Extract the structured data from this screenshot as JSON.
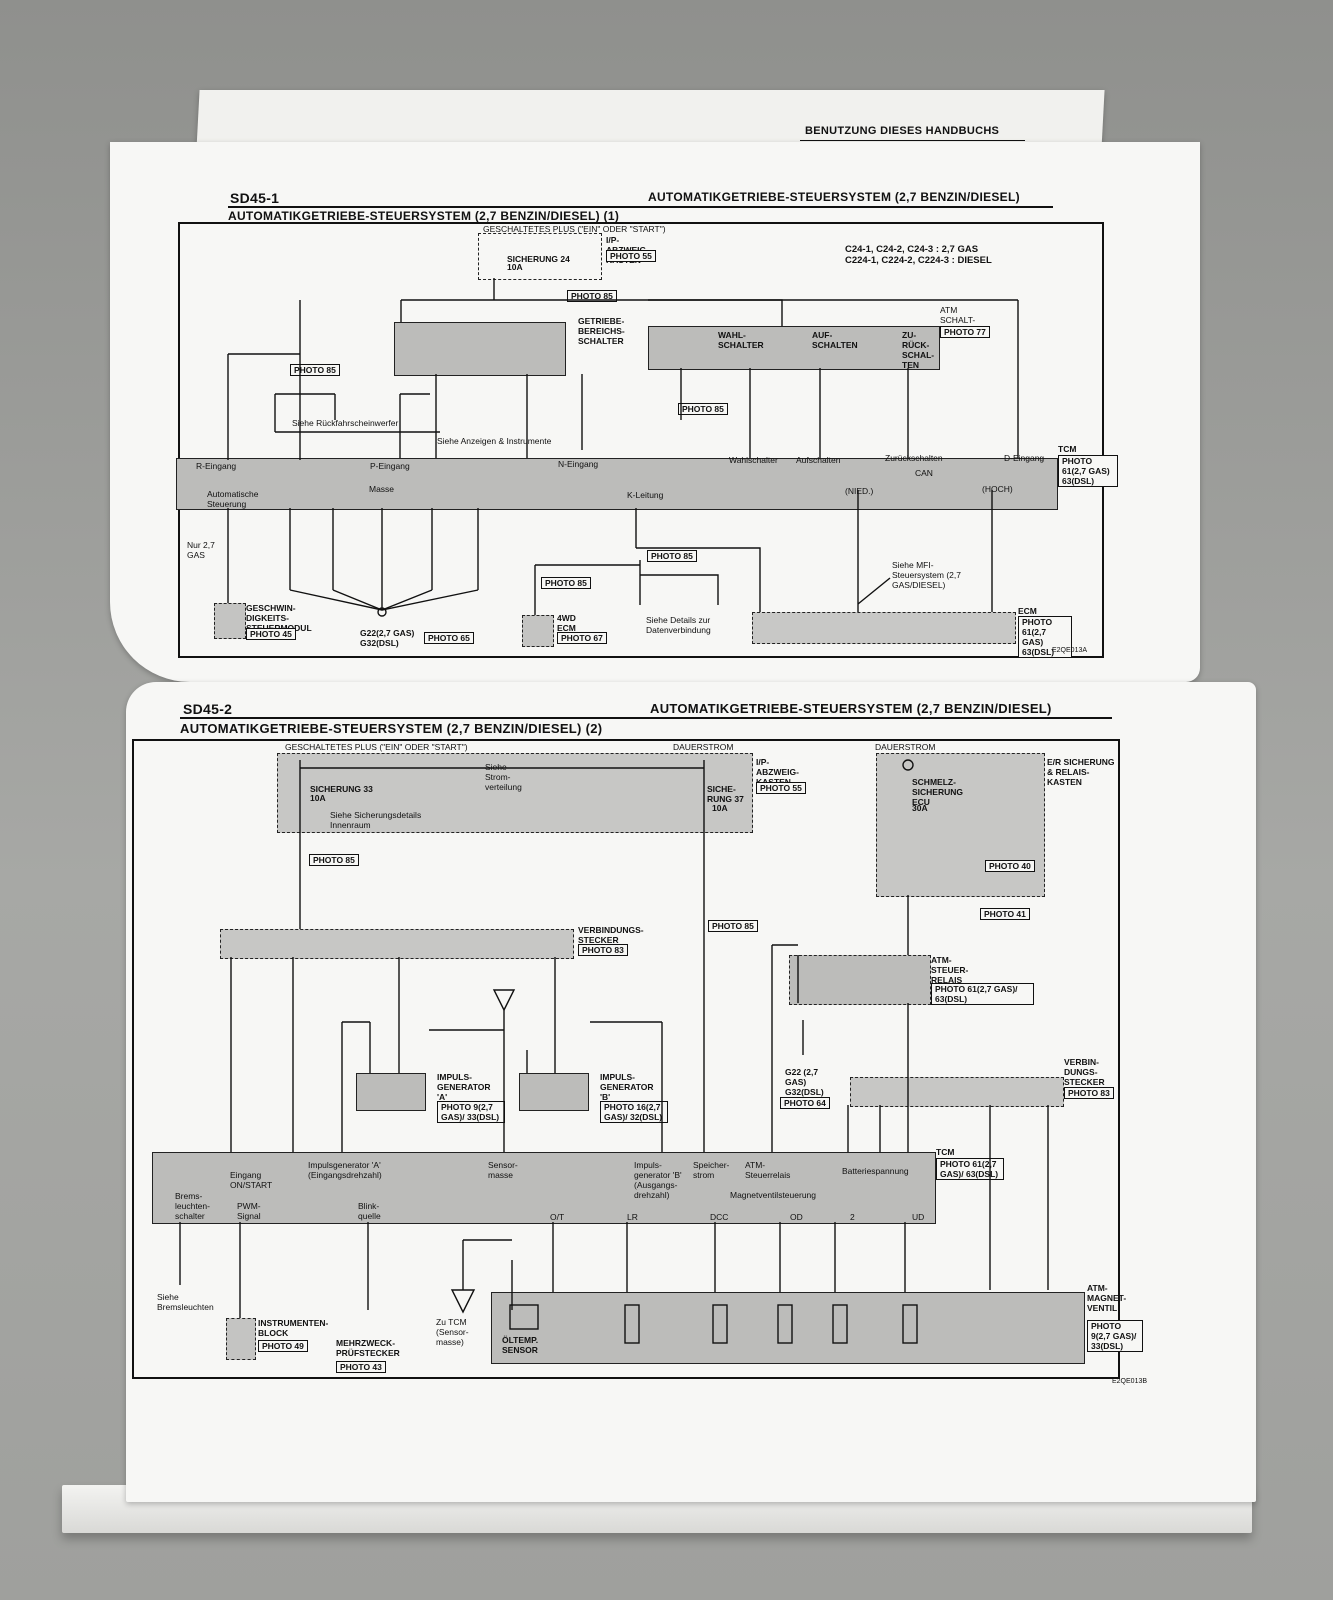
{
  "back_page": {
    "header": "BENUTZUNG DIESES HANDBUCHS"
  },
  "top": {
    "page_id": "SD45-1",
    "section": "AUTOMATIKGETRIEBE-STEUERSYSTEM (2,7 BENZIN/DIESEL)",
    "title": "AUTOMATIKGETRIEBE-STEUERSYSTEM (2,7 BENZIN/DIESEL) (1)",
    "legend_l1": "C24-1, C24-2, C24-3 : 2,7 GAS",
    "legend_l2": "C224-1, C224-2, C224-3 : DIESEL",
    "plus_label": "GESCHALTETES PLUS (\"EIN\" ODER \"START\")",
    "fuse": "SICHERUNG 24",
    "fuse_amp": "10A",
    "vp_box": "I/P-ABZWEIG-KASTEN",
    "photo_55": "PHOTO 55",
    "tcm_label": "TCM",
    "tcm_photo": "PHOTO 61(2,7 GAS) 63(DSL)",
    "pins": [
      "R-Eingang",
      "P-Eingang",
      "N-Eingang",
      "Wahlschalter",
      "Aufschalten",
      "Zurückschalten",
      "D-Eingang"
    ],
    "can": "CAN",
    "niedr": "(NIED.)",
    "hoch": "(HOCH)",
    "auto_steuer": "Automatische Steuerung",
    "masse": "Masse",
    "kleitung": "K-Leitung",
    "anzeigen": "Siehe Anzeigen & Instrumente",
    "rueckfahr": "Siehe Rückfahrscheinwerfer",
    "getriebe": "GETRIEBE-BEREICHS-SCHALTER",
    "wahl": "WAHL-SCHALTER",
    "auf": "AUF-SCHALTEN",
    "zu": "ZU-RÜCK-SCHAL-TEN",
    "atm_schalt": "ATM SCHALT-HEBEL",
    "photo_77": "PHOTO 77",
    "geschw": "GESCHWIN-DIGKEITS-STEUERMODUL",
    "photo_45": "PHOTO 45",
    "g22": "G22(2,7 GAS) G32(DSL)",
    "photo_65": "PHOTO 65",
    "wd_ecm": "4WD ECM",
    "photo_67": "PHOTO 67",
    "datenverb": "Siehe Details zur Datenverbindung",
    "mfi": "Siehe MFI-Steuersystem (2,7 GAS/DIESEL)",
    "ecm": "ECM",
    "ecm_photo": "PHOTO 61(2,7 GAS) 63(DSL)",
    "photo_85": "PHOTO 85",
    "nur27": "Nur 2,7 GAS",
    "code": "E2QE013A"
  },
  "bottom": {
    "page_id": "SD45-2",
    "section": "AUTOMATIKGETRIEBE-STEUERSYSTEM (2,7 BENZIN/DIESEL)",
    "title": "AUTOMATIKGETRIEBE-STEUERSYSTEM (2,7 BENZIN/DIESEL) (2)",
    "plus_label": "GESCHALTETES PLUS (\"EIN\" ODER \"START\")",
    "dauer1": "DAUERSTROM",
    "dauer2": "DAUERSTROM",
    "fuse33": "SICHERUNG 33",
    "fuse33_amp": "10A",
    "fuse37": "SICHE-RUNG 37",
    "fuse37_amp": "10A",
    "strom": "Siehe Strom-verteilung",
    "innen": "Siehe Sicherungsdetails Innenraum",
    "vp_box": "I/P-ABZWEIG-KASTEN",
    "photo_55": "PHOTO 55",
    "er_box": "E/R SICHERUNG & RELAIS-KASTEN",
    "schmelz": "SCHMELZ-SICHERUNG ECU",
    "schmelz_amp": "30A",
    "photo_85": "PHOTO 85",
    "verb1": "VERBINDUNGS-STECKER",
    "photo_83": "PHOTO 83",
    "photo_40": "PHOTO 40",
    "photo_41": "PHOTO 41",
    "impuls_a": "IMPULS-GENERATOR 'A'",
    "impuls_b": "IMPULS-GENERATOR 'B'",
    "photo_a": "PHOTO 9(2,7 GAS)/ 33(DSL)",
    "photo_b": "PHOTO 16(2,7 GAS)/ 32(DSL)",
    "atm_relais": "ATM-STEUER-RELAIS",
    "relais_photo": "PHOTO 61(2,7 GAS)/ 63(DSL)",
    "g22": "G22 (2,7 GAS) G32(DSL)",
    "photo_64": "PHOTO 64",
    "verb2": "VERBIN-DUNGS-STECKER",
    "tcm": "TCM",
    "tcm_photo": "PHOTO 61(2,7 GAS)/ 63(DSL)",
    "pins": [
      "Eingang ON/START",
      "Impulsgenerator 'A' (Eingangsdrehzahl)",
      "Sensor-masse",
      "Impuls-generator 'B' (Ausgangs-drehzahl)",
      "Speicher-strom",
      "ATM-Steuerrelais",
      "Batteriespannung"
    ],
    "magnet": "Magnetventilsteuerung",
    "brems": "Brems-leuchten-schalter",
    "pwm": "PWM-Signal",
    "blink": "Blink-quelle",
    "bremsleuchten": "Siehe Bremsleuchten",
    "instrument": "INSTRUMENTEN-BLOCK",
    "photo_49": "PHOTO 49",
    "mehrzweck": "MEHRZWECK-PRÜFSTECKER",
    "photo_43": "PHOTO 43",
    "zu_tcm": "Zu TCM (Sensor-masse)",
    "oel": "ÖLTEMP. SENSOR",
    "atm_magnet": "ATM-MAGNET-VENTIL",
    "magnet_photo": "PHOTO 9(2,7 GAS)/ 33(DSL)",
    "solenoids": [
      "O/T",
      "LR",
      "DCC",
      "OD",
      "2",
      "UD"
    ],
    "code": "E2QE013B"
  }
}
